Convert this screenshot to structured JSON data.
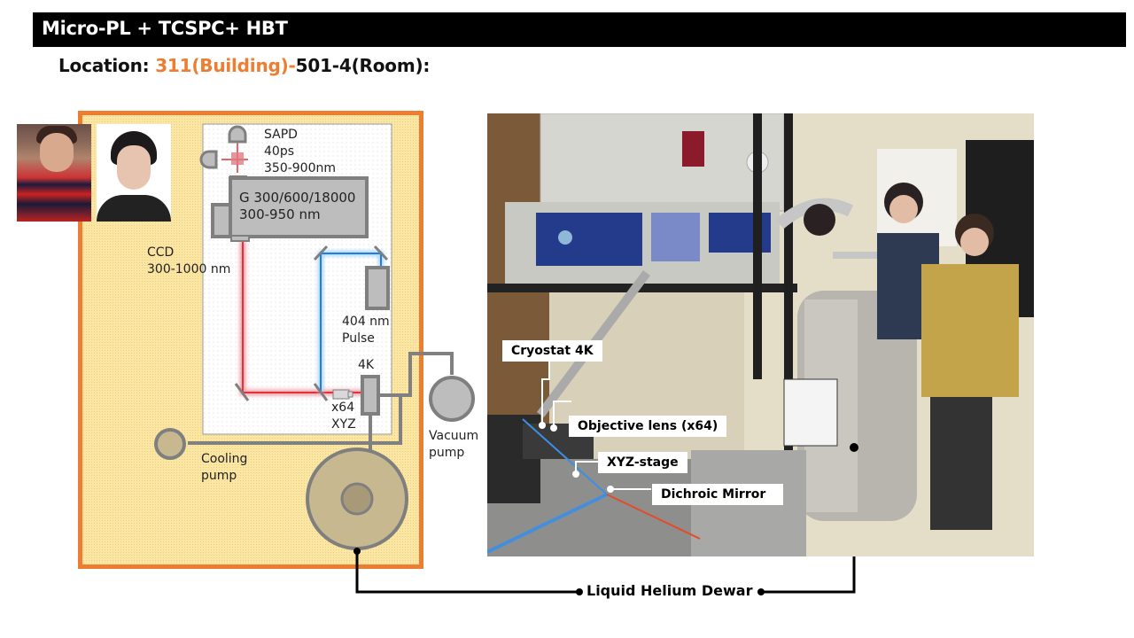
{
  "slide": {
    "title": "Micro-PL + TCSPC+ HBT",
    "location": {
      "prefix": "Location: ",
      "building": "311(Building)-",
      "room": "501-4(Room):"
    },
    "colors": {
      "accent": "#ED7D31",
      "title_bg": "#000000",
      "frame_fill": "#FCE6A4",
      "laser_red": "#E31B23",
      "laser_blue": "#1F7FE0",
      "component_gray": "#BDBDBD",
      "component_border": "#7F7F7F"
    }
  },
  "people_photos": [
    {
      "name": "person-photo-1"
    },
    {
      "name": "person-photo-2"
    }
  ],
  "diagram": {
    "sapd": {
      "line1": "SAPD",
      "line2": "40ps",
      "line3": "350-900nm"
    },
    "grating": {
      "line1": "G 300/600/18000",
      "line2": "300-950 nm"
    },
    "ccd": {
      "line1": "CCD",
      "line2": "300-1000 nm"
    },
    "laser": {
      "line1": "404 nm",
      "line2": "Pulse"
    },
    "cryostat": {
      "label": "4K"
    },
    "objective": {
      "line1": "x64",
      "line2": "XYZ"
    },
    "cooling_pump": {
      "line1": "Cooling",
      "line2": "pump"
    },
    "vacuum_pump": {
      "line1": "Vacuum",
      "line2": "pump"
    }
  },
  "photo_callouts": {
    "cryostat": "Cryostat  4K",
    "objective": "Objective lens (x64)",
    "stage": "XYZ-stage",
    "dichroic": "Dichroic Mirror"
  },
  "bottom_label": "Liquid Helium Dewar"
}
